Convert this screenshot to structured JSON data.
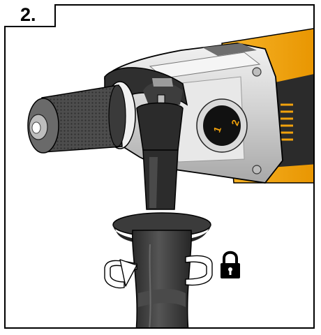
{
  "step": {
    "label": "2."
  },
  "dial": {
    "mark_1": "1",
    "mark_2": "2"
  },
  "colors": {
    "housing_orange": "#f2a20c",
    "body_grey": "#d9d9d9",
    "handle_dark": "#3a3a3a",
    "chuck_dark": "#4a4a4a"
  },
  "icons": {
    "rotation": "rotate-arrow-icon",
    "lock": "padlock-icon"
  }
}
